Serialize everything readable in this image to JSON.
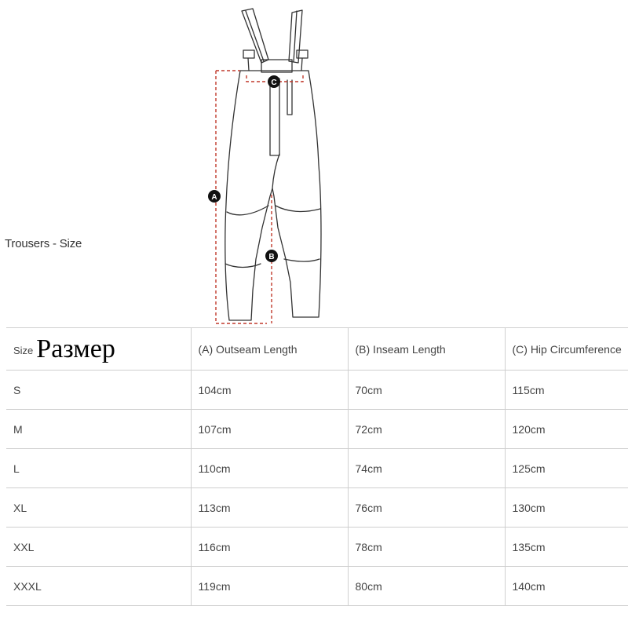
{
  "title": "Trousers - Size",
  "diagram": {
    "markers": {
      "a": "A",
      "b": "B",
      "c": "C"
    },
    "line_color": "#333333",
    "dash_color": "#c0392b"
  },
  "table": {
    "headers": {
      "size": "Size",
      "size_ru": "Размер",
      "outseam": "(A) Outseam Length",
      "inseam": "(B) Inseam Length",
      "hip": "(C) Hip Circumference"
    },
    "rows": [
      {
        "size": "S",
        "outseam": "104cm",
        "inseam": "70cm",
        "hip": "115cm"
      },
      {
        "size": "M",
        "outseam": "107cm",
        "inseam": "72cm",
        "hip": "120cm"
      },
      {
        "size": "L",
        "outseam": "110cm",
        "inseam": "74cm",
        "hip": "125cm"
      },
      {
        "size": "XL",
        "outseam": "113cm",
        "inseam": "76cm",
        "hip": "130cm"
      },
      {
        "size": "XXL",
        "outseam": "116cm",
        "inseam": "78cm",
        "hip": "135cm"
      },
      {
        "size": "XXXL",
        "outseam": "119cm",
        "inseam": "80cm",
        "hip": "140cm"
      }
    ]
  }
}
